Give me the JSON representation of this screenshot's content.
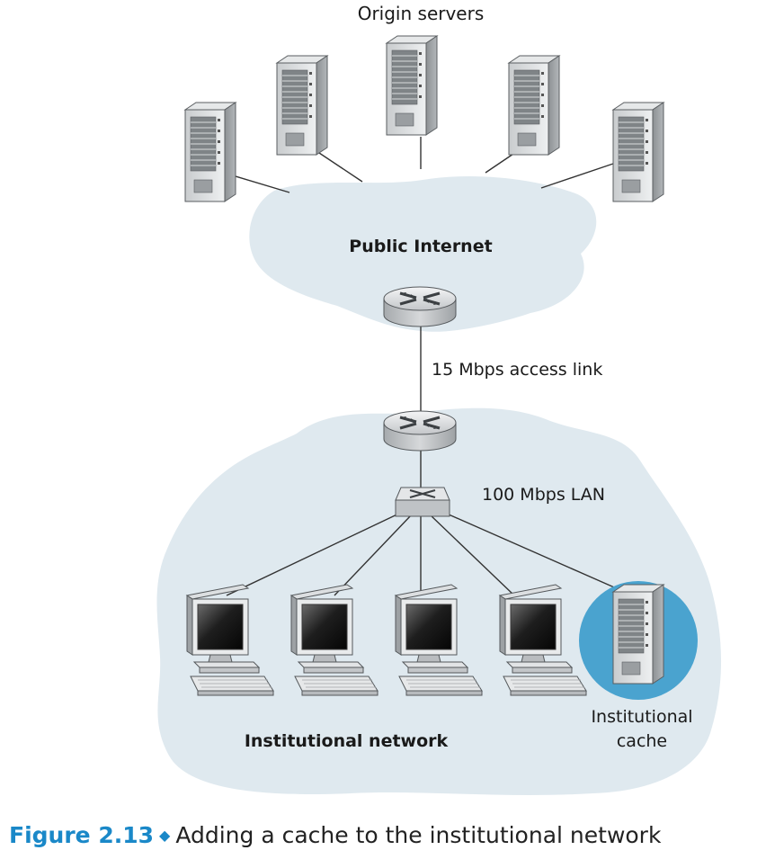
{
  "labels": {
    "origin_servers": "Origin servers",
    "public_internet": "Public Internet",
    "access_link": "15 Mbps access link",
    "lan": "100 Mbps LAN",
    "institutional_network": "Institutional network",
    "cache_line1": "Institutional",
    "cache_line2": "cache"
  },
  "caption": {
    "figure_number": "Figure 2.13",
    "text": "Adding a cache to the institutional network"
  },
  "colors": {
    "cloud_fill": "#dfe9ef",
    "cache_highlight": "#4aa3cf",
    "figure_number": "#1a88c8"
  }
}
